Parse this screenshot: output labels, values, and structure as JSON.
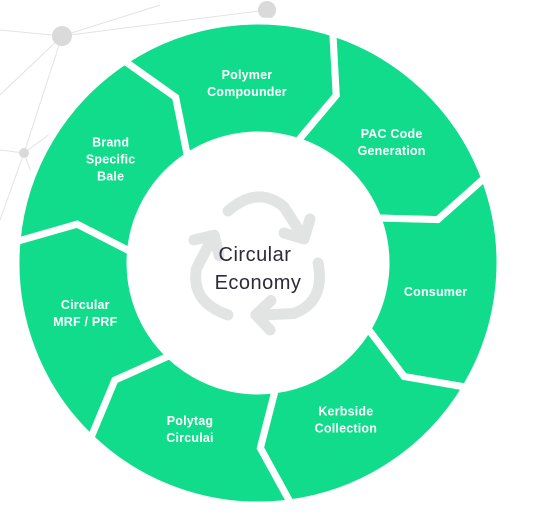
{
  "diagram": {
    "center": {
      "lines": [
        "Circular",
        "Economy"
      ],
      "icon": "recycle-icon"
    },
    "segments": [
      {
        "id": "pac-code-generation",
        "lines": [
          "PAC Code",
          "Generation"
        ]
      },
      {
        "id": "consumer",
        "lines": [
          "Consumer"
        ]
      },
      {
        "id": "kerbside-collection",
        "lines": [
          "Kerbside",
          "Collection"
        ]
      },
      {
        "id": "polytag-circulai",
        "lines": [
          "Polytag",
          "Circulai"
        ]
      },
      {
        "id": "circular-mrf-prf",
        "lines": [
          "Circular",
          "MRF / PRF"
        ]
      },
      {
        "id": "brand-specific-bale",
        "lines": [
          "Brand",
          "Specific",
          "Bale"
        ]
      },
      {
        "id": "polymer-compounder",
        "lines": [
          "Polymer",
          "Compounder"
        ]
      }
    ]
  },
  "colors": {
    "segment": "#11dc8c",
    "segment_border": "#ffffff",
    "center_fill": "#ffffff",
    "center_text": "#2b2b3a",
    "recycle_icon": "#e2e4e3",
    "network_lines": "#e3e3e3",
    "network_nodes": "#dadada"
  }
}
